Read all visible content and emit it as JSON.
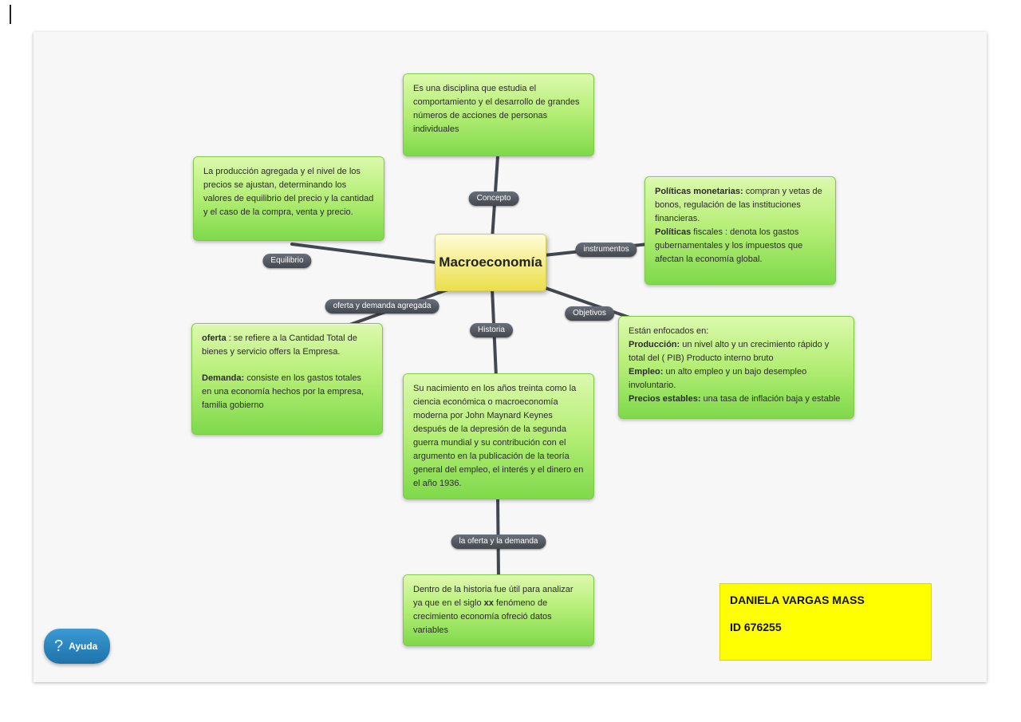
{
  "center": {
    "label": "Macroeconomía"
  },
  "links": {
    "concepto": "Concepto",
    "equilibrio": "Equilibrio",
    "instrumentos": "instrumentos",
    "oferta_demanda_agregada": "oferta y demanda agregada",
    "historia": "Historia",
    "objetivos": "Objetivos",
    "la_oferta_y_la_demanda": "la oferta y la demanda"
  },
  "nodes": {
    "concepto": {
      "text": "Es una disciplina que estudia el comportamiento y el desarrollo de grandes números de acciones de personas individuales"
    },
    "equilibrio": {
      "text": "La producción agregada y el nivel de los precios se ajustan, determinando los valores de equilibrio del precio y la cantidad y el caso de la compra, venta y precio."
    },
    "instrumentos": {
      "bold1": "Políticas monetarias:",
      "text1": " compran y vetas de bonos, regulación de las instituciones financieras.",
      "bold2": "Políticas",
      "text2": " fiscales : denota los gastos gubernamentales y los impuestos que afectan la economía global."
    },
    "oferta": {
      "bold1": "oferta",
      "text1": " : se refiere a la Cantidad Total de bienes y servicio offers la Empresa.",
      "bold2": "Demanda:",
      "text2": " consiste en los gastos totales en una economía hechos por la empresa, familia gobierno"
    },
    "objetivos": {
      "intro": "Están enfocados en:",
      "bold1": "Producción:",
      "text1": " un nivel alto y un crecimiento rápido y total del ( PIB) Producto interno bruto",
      "bold2": "Empleo:",
      "text2": " un alto empleo y un bajo desempleo involuntario.",
      "bold3": "Precios estables:",
      "text3": "  una tasa de inflación baja y estable"
    },
    "historia": {
      "text": "Su nacimiento en los años treinta como la ciencia económica o macroeconomía moderna por John Maynard Keynes después de la depresión de la segunda guerra mundial y su contribución con el argumento en la publicación de la teoría general del empleo, el interés y el dinero en el año 1936."
    },
    "siglo": {
      "text1": "Dentro de la historia fue útil para analizar ya que en el siglo ",
      "bold1": "xx",
      "text2": " fenómeno de crecimiento economía ofreció datos variables"
    }
  },
  "info_box": {
    "line1": "DANIELA VARGAS MASS",
    "line2": "ID 676255"
  },
  "help_button": {
    "icon": "?",
    "label": "Ayuda"
  },
  "colors": {
    "node_green_top": "#dcf9ad",
    "node_green_bottom": "#7fd94b",
    "center_yellow_top": "#fdfcd8",
    "center_yellow_bottom": "#ebdf4b",
    "link_pill": "#51565f",
    "edge_line": "#43474e",
    "info_yellow": "#ffff00",
    "help_blue": "#2a84bd",
    "canvas_bg": "#f7f7f8"
  }
}
